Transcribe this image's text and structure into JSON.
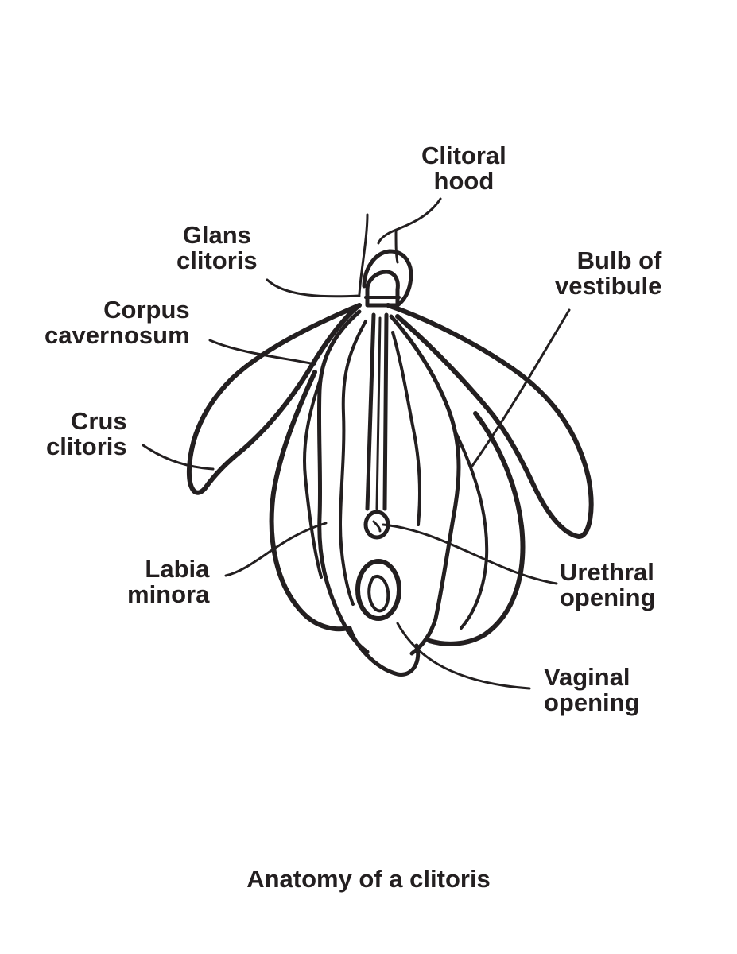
{
  "labels": {
    "clitoral_hood": [
      "Clitoral",
      "hood"
    ],
    "glans_clitoris": [
      "Glans",
      "clitoris"
    ],
    "bulb_of_vestibule": [
      "Bulb of",
      "vestibule"
    ],
    "corpus_cavernosum": [
      "Corpus",
      "cavernosum"
    ],
    "crus_clitoris": [
      "Crus",
      "clitoris"
    ],
    "labia_minora": [
      "Labia",
      "minora"
    ],
    "urethral_opening": [
      "Urethral",
      "opening"
    ],
    "vaginal_opening": [
      "Vaginal",
      "opening"
    ]
  },
  "caption": "Anatomy of a clitoris",
  "colors": {
    "ink": "#231f20",
    "background": "#ffffff"
  }
}
